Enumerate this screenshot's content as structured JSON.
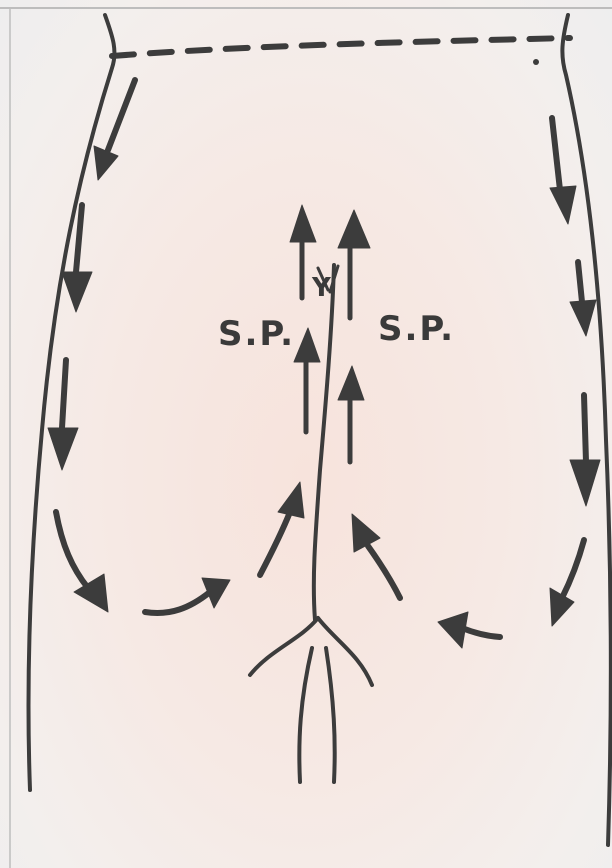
{
  "labels": {
    "left": "S.P.",
    "right": "S.P.",
    "center": "Y"
  },
  "icons": {
    "arrow": "arrow-head"
  },
  "colors": {
    "ink": "#3c3c3c",
    "skin": "#f7e3dc",
    "paper": "#f4f1ef"
  }
}
